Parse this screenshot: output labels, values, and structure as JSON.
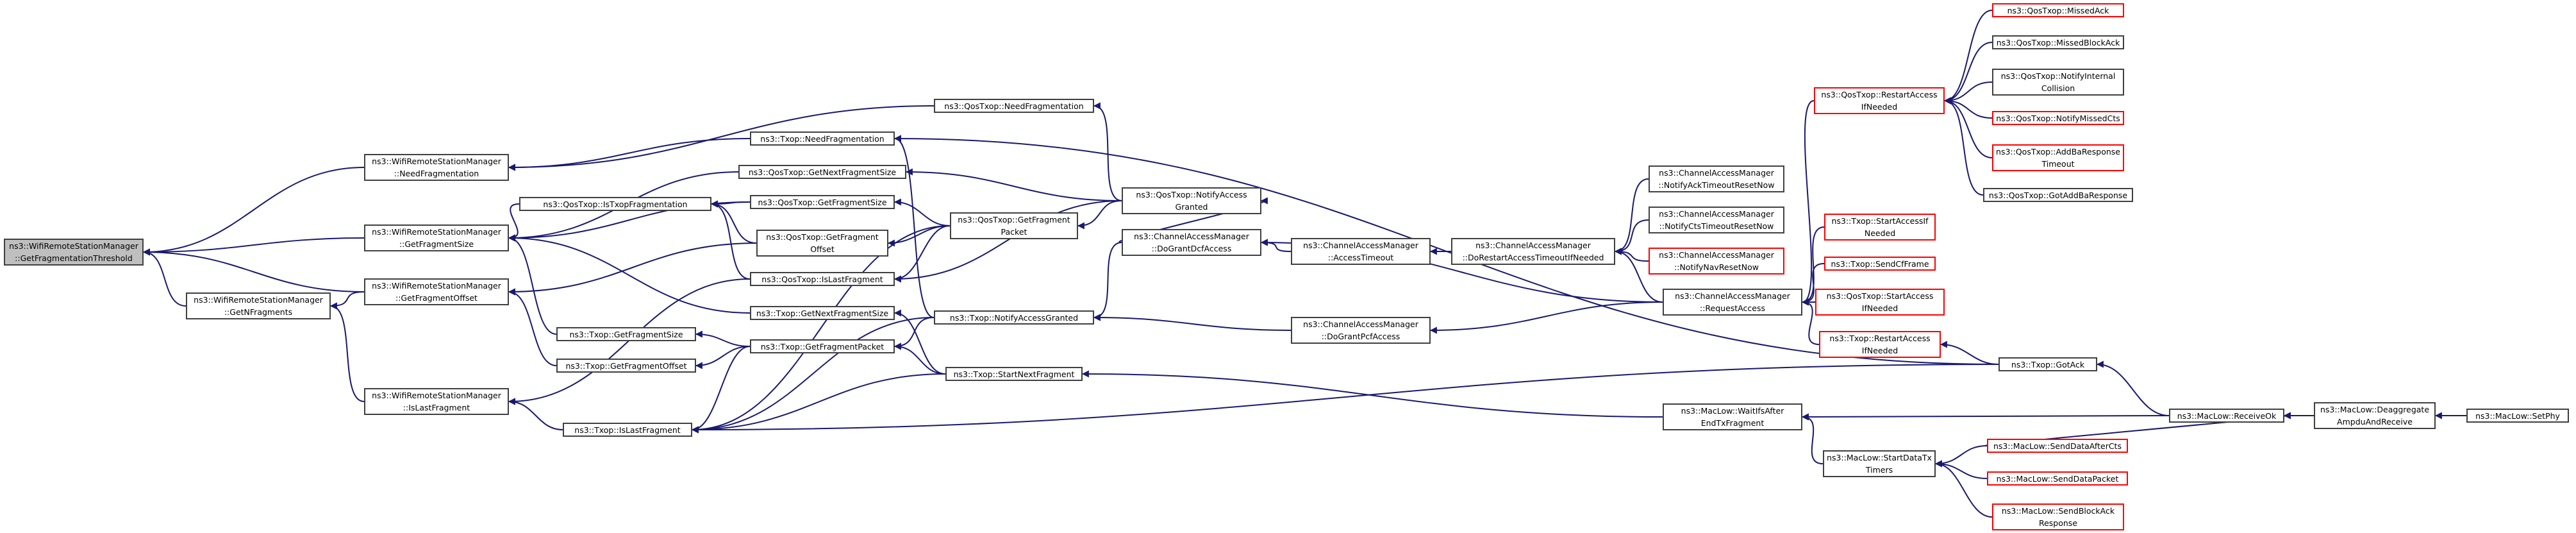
{
  "colors": {
    "edge": "#191970",
    "node_border": "#404040",
    "node_border_undocumented": "#ff0000",
    "root_fill": "#bfbfbf",
    "background": "#ffffff"
  },
  "nodes": {
    "n0": {
      "label": "ns3::WifiRemoteStationManager\n::GetFragmentationThreshold"
    },
    "n1": {
      "label": "ns3::WifiRemoteStationManager\n::NeedFragmentation"
    },
    "n2": {
      "label": "ns3::WifiRemoteStationManager\n::GetFragmentSize"
    },
    "n3": {
      "label": "ns3::WifiRemoteStationManager\n::GetNFragments"
    },
    "n4": {
      "label": "ns3::WifiRemoteStationManager\n::GetFragmentOffset"
    },
    "n5": {
      "label": "ns3::WifiRemoteStationManager\n::IsLastFragment"
    },
    "n6": {
      "label": "ns3::Txop::NeedFragmentation"
    },
    "n7": {
      "label": "ns3::QosTxop::GetNextFragmentSize"
    },
    "n8": {
      "label": "ns3::QosTxop::IsTxopFragmentation"
    },
    "n9": {
      "label": "ns3::QosTxop::GetFragmentSize"
    },
    "n10": {
      "label": "ns3::QosTxop::GetFragment\nOffset"
    },
    "n11": {
      "label": "ns3::QosTxop::IsLastFragment"
    },
    "n12": {
      "label": "ns3::Txop::GetNextFragmentSize"
    },
    "n13": {
      "label": "ns3::Txop::GetFragmentSize"
    },
    "n14": {
      "label": "ns3::Txop::GetFragmentOffset"
    },
    "n15": {
      "label": "ns3::Txop::GetFragmentPacket"
    },
    "n16": {
      "label": "ns3::Txop::IsLastFragment"
    },
    "n17": {
      "label": "ns3::QosTxop::NeedFragmentation"
    },
    "n18": {
      "label": "ns3::QosTxop::GetFragment\nPacket"
    },
    "n19": {
      "label": "ns3::QosTxop::NotifyAccess\nGranted"
    },
    "n20": {
      "label": "ns3::Txop::NotifyAccessGranted"
    },
    "n21": {
      "label": "ns3::Txop::StartNextFragment"
    },
    "n22": {
      "label": "ns3::ChannelAccessManager\n::DoGrantDcfAccess"
    },
    "n23": {
      "label": "ns3::ChannelAccessManager\n::DoGrantPcfAccess"
    },
    "n24": {
      "label": "ns3::ChannelAccessManager\n::AccessTimeout"
    },
    "n25": {
      "label": "ns3::ChannelAccessManager\n::DoRestartAccessTimeoutIfNeeded"
    },
    "n26": {
      "label": "ns3::ChannelAccessManager\n::NotifyAckTimeoutResetNow"
    },
    "n27": {
      "label": "ns3::ChannelAccessManager\n::NotifyCtsTimeoutResetNow"
    },
    "n28": {
      "label": "ns3::ChannelAccessManager\n::NotifyNavResetNow"
    },
    "n29": {
      "label": "ns3::ChannelAccessManager\n::RequestAccess"
    },
    "n30": {
      "label": "ns3::MacLow::WaitIfsAfter\nEndTxFragment"
    },
    "n31": {
      "label": "ns3::MacLow::StartDataTx\nTimers"
    },
    "n32": {
      "label": "ns3::QosTxop::RestartAccess\nIfNeeded"
    },
    "n33": {
      "label": "ns3::QosTxop::MissedAck"
    },
    "n34": {
      "label": "ns3::QosTxop::MissedBlockAck"
    },
    "n35": {
      "label": "ns3::QosTxop::NotifyInternal\nCollision"
    },
    "n36": {
      "label": "ns3::QosTxop::NotifyMissedCts"
    },
    "n37": {
      "label": "ns3::QosTxop::AddBaResponse\nTimeout"
    },
    "n38": {
      "label": "ns3::QosTxop::GotAddBaResponse"
    },
    "n39": {
      "label": "ns3::Txop::StartAccessIf\nNeeded"
    },
    "n40": {
      "label": "ns3::Txop::SendCfFrame"
    },
    "n41": {
      "label": "ns3::QosTxop::StartAccess\nIfNeeded"
    },
    "n42": {
      "label": "ns3::Txop::RestartAccess\nIfNeeded"
    },
    "n43": {
      "label": "ns3::Txop::GotAck"
    },
    "n44": {
      "label": "ns3::MacLow::ReceiveOk"
    },
    "n45": {
      "label": "ns3::MacLow::Deaggregate\nAmpduAndReceive"
    },
    "n46": {
      "label": "ns3::MacLow::SetPhy"
    },
    "n47": {
      "label": "ns3::MacLow::SendDataAfterCts"
    },
    "n48": {
      "label": "ns3::MacLow::SendDataPacket"
    },
    "n49": {
      "label": "ns3::MacLow::SendBlockAck\nResponse"
    }
  },
  "edges": [
    [
      "n1",
      "n0"
    ],
    [
      "n2",
      "n0"
    ],
    [
      "n3",
      "n0"
    ],
    [
      "n4",
      "n0"
    ],
    [
      "n6",
      "n1"
    ],
    [
      "n17",
      "n1"
    ],
    [
      "n7",
      "n2"
    ],
    [
      "n8",
      "n2"
    ],
    [
      "n9",
      "n2"
    ],
    [
      "n12",
      "n2"
    ],
    [
      "n13",
      "n2"
    ],
    [
      "n4",
      "n3"
    ],
    [
      "n5",
      "n3"
    ],
    [
      "n10",
      "n4"
    ],
    [
      "n14",
      "n4"
    ],
    [
      "n11",
      "n5"
    ],
    [
      "n16",
      "n5"
    ],
    [
      "n20",
      "n6"
    ],
    [
      "n43",
      "n6"
    ],
    [
      "n19",
      "n7"
    ],
    [
      "n9",
      "n8"
    ],
    [
      "n10",
      "n8"
    ],
    [
      "n11",
      "n8"
    ],
    [
      "n18",
      "n9"
    ],
    [
      "n18",
      "n10"
    ],
    [
      "n18",
      "n11"
    ],
    [
      "n19",
      "n11"
    ],
    [
      "n21",
      "n12"
    ],
    [
      "n15",
      "n13"
    ],
    [
      "n15",
      "n14"
    ],
    [
      "n20",
      "n15"
    ],
    [
      "n21",
      "n15"
    ],
    [
      "n18",
      "n16"
    ],
    [
      "n20",
      "n16"
    ],
    [
      "n21",
      "n16"
    ],
    [
      "n15",
      "n16"
    ],
    [
      "n43",
      "n16"
    ],
    [
      "n19",
      "n17"
    ],
    [
      "n19",
      "n18"
    ],
    [
      "n22",
      "n19"
    ],
    [
      "n22",
      "n20"
    ],
    [
      "n23",
      "n20"
    ],
    [
      "n30",
      "n21"
    ],
    [
      "n24",
      "n22"
    ],
    [
      "n29",
      "n22"
    ],
    [
      "n29",
      "n23"
    ],
    [
      "n25",
      "n24"
    ],
    [
      "n26",
      "n25"
    ],
    [
      "n27",
      "n25"
    ],
    [
      "n28",
      "n25"
    ],
    [
      "n29",
      "n25"
    ],
    [
      "n32",
      "n29"
    ],
    [
      "n39",
      "n29"
    ],
    [
      "n40",
      "n29"
    ],
    [
      "n41",
      "n29"
    ],
    [
      "n42",
      "n29"
    ],
    [
      "n31",
      "n30"
    ],
    [
      "n44",
      "n30"
    ],
    [
      "n47",
      "n31"
    ],
    [
      "n48",
      "n31"
    ],
    [
      "n49",
      "n31"
    ],
    [
      "n33",
      "n32"
    ],
    [
      "n34",
      "n32"
    ],
    [
      "n35",
      "n32"
    ],
    [
      "n36",
      "n32"
    ],
    [
      "n37",
      "n32"
    ],
    [
      "n38",
      "n32"
    ],
    [
      "n43",
      "n42"
    ],
    [
      "n44",
      "n43"
    ],
    [
      "n45",
      "n44"
    ],
    [
      "n47",
      "n44"
    ],
    [
      "n46",
      "n45"
    ]
  ]
}
